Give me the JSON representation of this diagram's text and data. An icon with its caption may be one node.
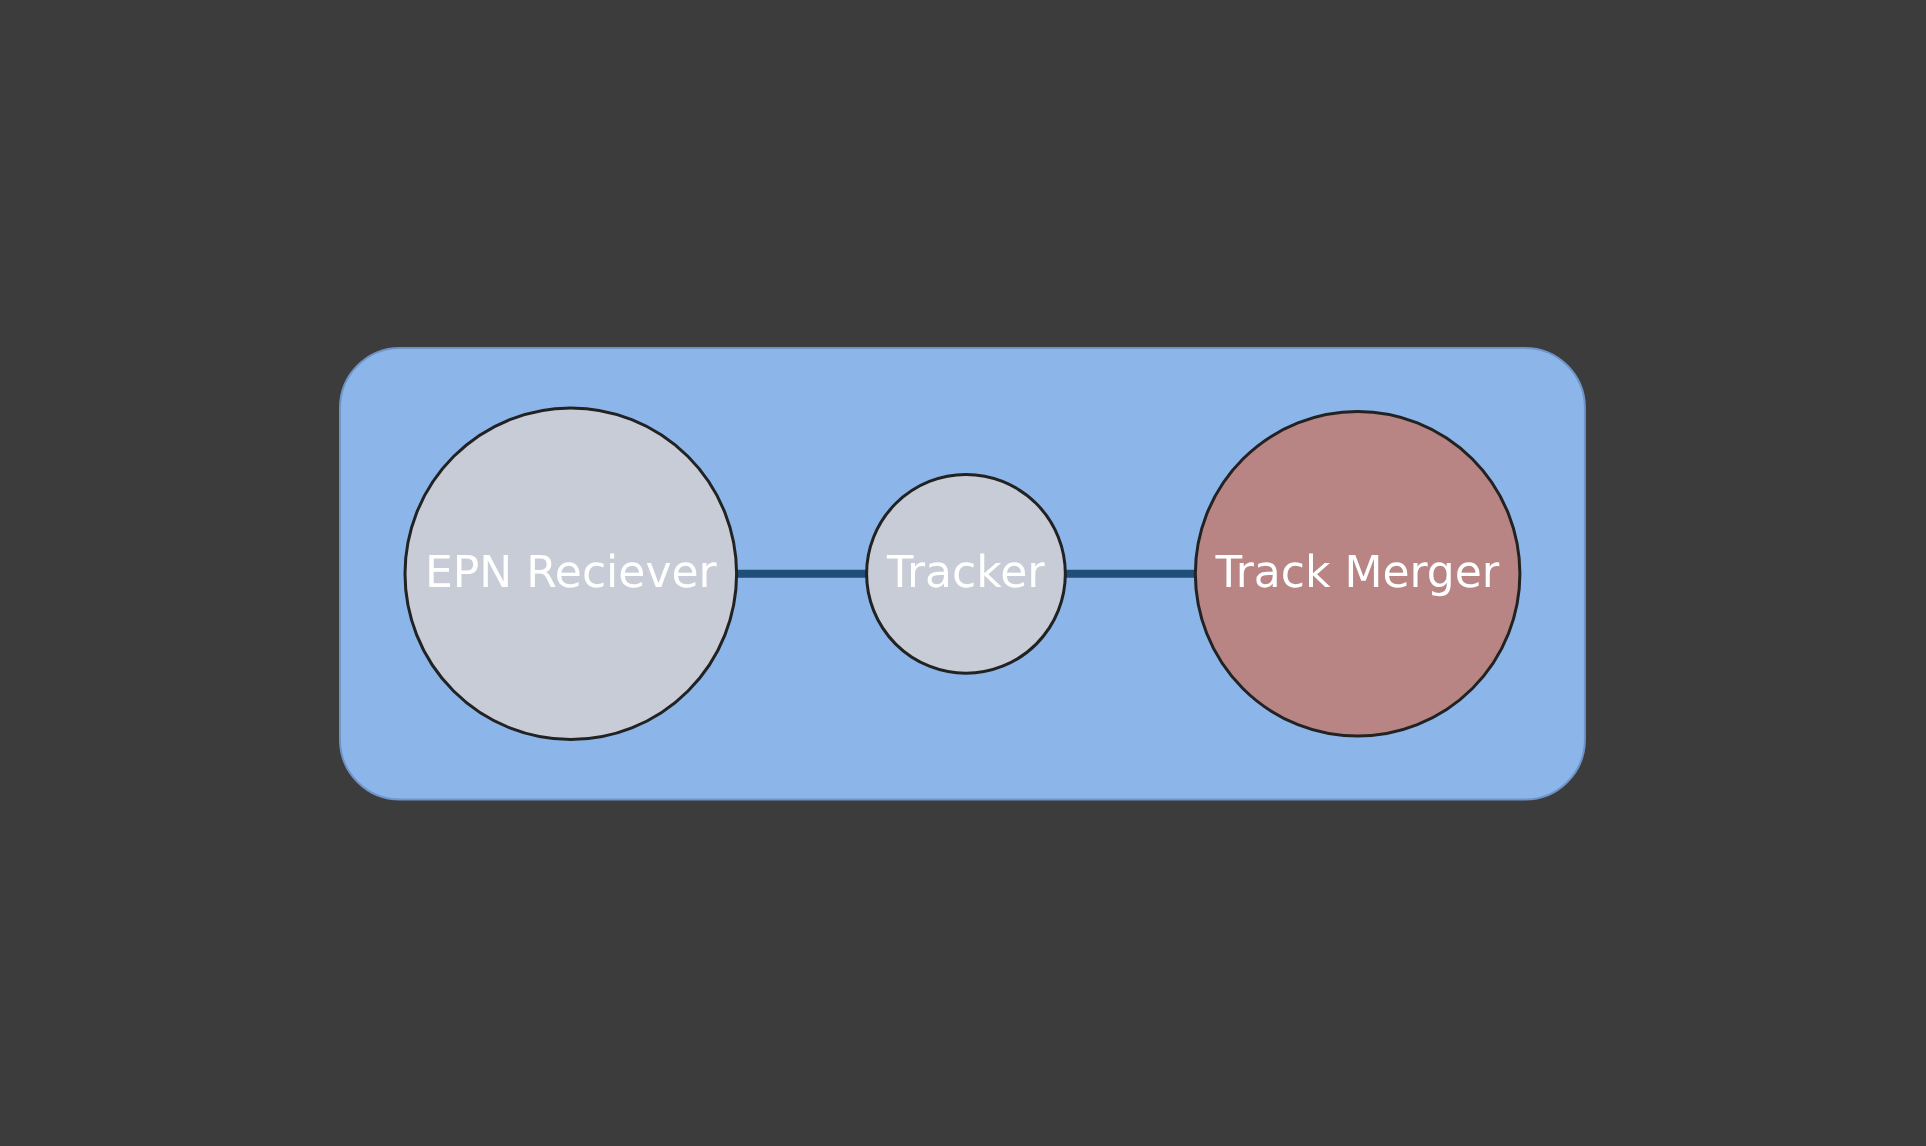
{
  "diagram": {
    "nodes": [
      {
        "text": [],
        "shape": "box"
      },
      {
        "text": [
          "EPN Reciever"
        ],
        "in": 0
      },
      {
        "text": [
          "Tracker"
        ],
        "in": 0
      },
      {
        "text": [
          "Track Merger"
        ],
        "in": 0
      }
    ],
    "edges": [
      {
        "from": 1,
        "to": 2,
        "arrow": "none"
      },
      {
        "from": 2,
        "to": 3,
        "arrow": "none"
      }
    ]
  }
}
